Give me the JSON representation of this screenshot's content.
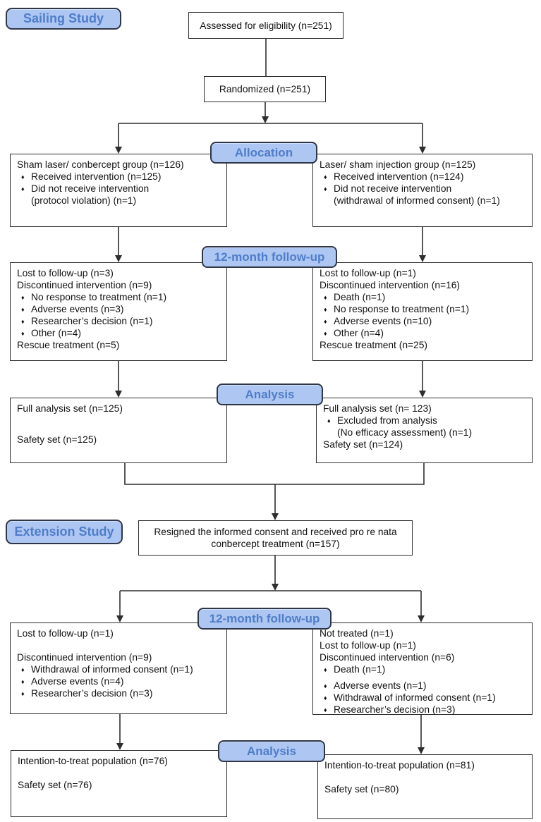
{
  "palette": {
    "label_fill": "#aec6f2",
    "label_border": "#2f3747",
    "label_text": "#4f7dc9",
    "box_border": "#2e2e2e",
    "line_color": "#2e2e2e"
  },
  "labels": {
    "sailing": "Sailing Study",
    "extension": "Extension Study",
    "allocation": "Allocation",
    "followup_1": "12-month follow-up",
    "analysis_1": "Analysis",
    "followup_2": "12-month follow-up",
    "analysis_2": "Analysis"
  },
  "boxes": {
    "assessed": {
      "lines": [
        {
          "t": "Assessed for eligibility (n=251)"
        }
      ]
    },
    "randomized": {
      "lines": [
        {
          "t": "Randomized (n=251)"
        }
      ]
    },
    "alloc_left": {
      "lines": [
        {
          "t": "Sham laser/ conbercept group (n=126)"
        },
        {
          "t": "Received intervention (n=125)",
          "b": true
        },
        {
          "t": "Did not receive intervention",
          "b": true
        },
        {
          "t": "(protocol violation) (n=1)",
          "i": true
        }
      ]
    },
    "alloc_right": {
      "lines": [
        {
          "t": "Laser/ sham injection group (n=125)"
        },
        {
          "t": "Received intervention (n=124)",
          "b": true
        },
        {
          "t": "Did not receive intervention",
          "b": true
        },
        {
          "t": "(withdrawal of informed consent) (n=1)",
          "i": true
        }
      ]
    },
    "fu1_left": {
      "lines": [
        {
          "t": "Lost to follow-up (n=3)"
        },
        {
          "t": "Discontinued intervention (n=9)"
        },
        {
          "t": "No response to treatment (n=1)",
          "b": true
        },
        {
          "t": "Adverse events (n=3)",
          "b": true
        },
        {
          "t": "Researcher’s decision (n=1)",
          "b": true
        },
        {
          "t": "Other (n=4)",
          "b": true
        },
        {
          "t": "Rescue treatment (n=5)"
        }
      ]
    },
    "fu1_right": {
      "lines": [
        {
          "t": "Lost to follow-up (n=1)"
        },
        {
          "t": "Discontinued intervention (n=16)"
        },
        {
          "t": "Death (n=1)",
          "b": true
        },
        {
          "t": "No response to treatment (n=1)",
          "b": true
        },
        {
          "t": "Adverse events (n=10)",
          "b": true
        },
        {
          "t": "Other (n=4)",
          "b": true
        },
        {
          "t": "Rescue treatment (n=25)"
        }
      ]
    },
    "an1_left": {
      "lines": [
        {
          "t": "Full analysis set (n=125)"
        },
        {
          "t": "Safety set (n=125)",
          "g": "lg"
        }
      ]
    },
    "an1_right": {
      "lines": [
        {
          "t": "Full analysis set (n= 123)"
        },
        {
          "t": "Excluded from analysis",
          "b": true
        },
        {
          "t": "(No efficacy assessment) (n=1)",
          "i": true
        },
        {
          "t": "Safety set (n=124)"
        }
      ]
    },
    "resigned": {
      "lines": [
        {
          "t": "Resigned the informed consent and received pro re nata"
        },
        {
          "t": "conbercept treatment  (n=157)"
        }
      ]
    },
    "fu2_left": {
      "lines": [
        {
          "t": "Lost to follow-up (n=1)"
        },
        {
          "t": "Discontinued intervention (n=9)",
          "g": "md"
        },
        {
          "t": "Withdrawal of informed consent (n=1)",
          "b": true
        },
        {
          "t": "Adverse events (n=4)",
          "b": true
        },
        {
          "t": "Researcher’s decision (n=3)",
          "b": true
        }
      ]
    },
    "fu2_right": {
      "lines": [
        {
          "t": "Not treated (n=1)"
        },
        {
          "t": "Lost to follow-up (n=1)"
        },
        {
          "t": "Discontinued intervention (n=6)"
        },
        {
          "t": "Death (n=1)",
          "b": true
        },
        {
          "t": "Adverse events (n=1)",
          "b": true,
          "g": "sm"
        },
        {
          "t": "Withdrawal of informed consent (n=1)",
          "b": true
        },
        {
          "t": "Researcher’s decision (n=3)",
          "b": true
        }
      ]
    },
    "an2_left": {
      "lines": [
        {
          "t": "Intention-to-treat population (n=76)"
        },
        {
          "t": "Safety set (n=76)",
          "g": "md"
        }
      ]
    },
    "an2_right": {
      "lines": [
        {
          "t": "Intention-to-treat population (n=81)"
        },
        {
          "t": "Safety set (n=80)",
          "g": "md"
        }
      ]
    }
  }
}
